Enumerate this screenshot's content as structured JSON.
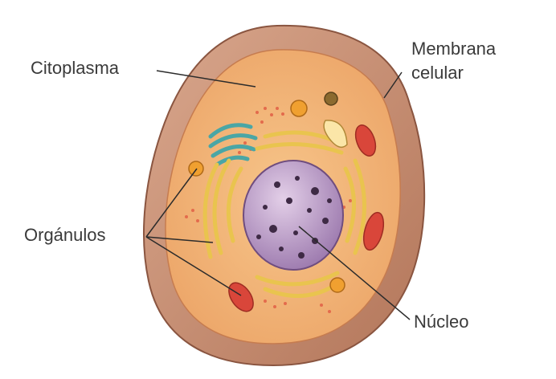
{
  "labels": {
    "citoplasma": "Citoplasma",
    "membrana_line1": "Membrana",
    "membrana_line2": "celular",
    "organulos": "Orgánulos",
    "nucleo": "Núcleo"
  },
  "colors": {
    "membrane_outer": "#c98a6b",
    "membrane_inner": "#e9b08a",
    "cytoplasm": "#f2b779",
    "nucleus": "#b796c4",
    "er": "#f1d36a",
    "mitochondria": "#d9463a",
    "golgi": "#5cb7b5"
  }
}
